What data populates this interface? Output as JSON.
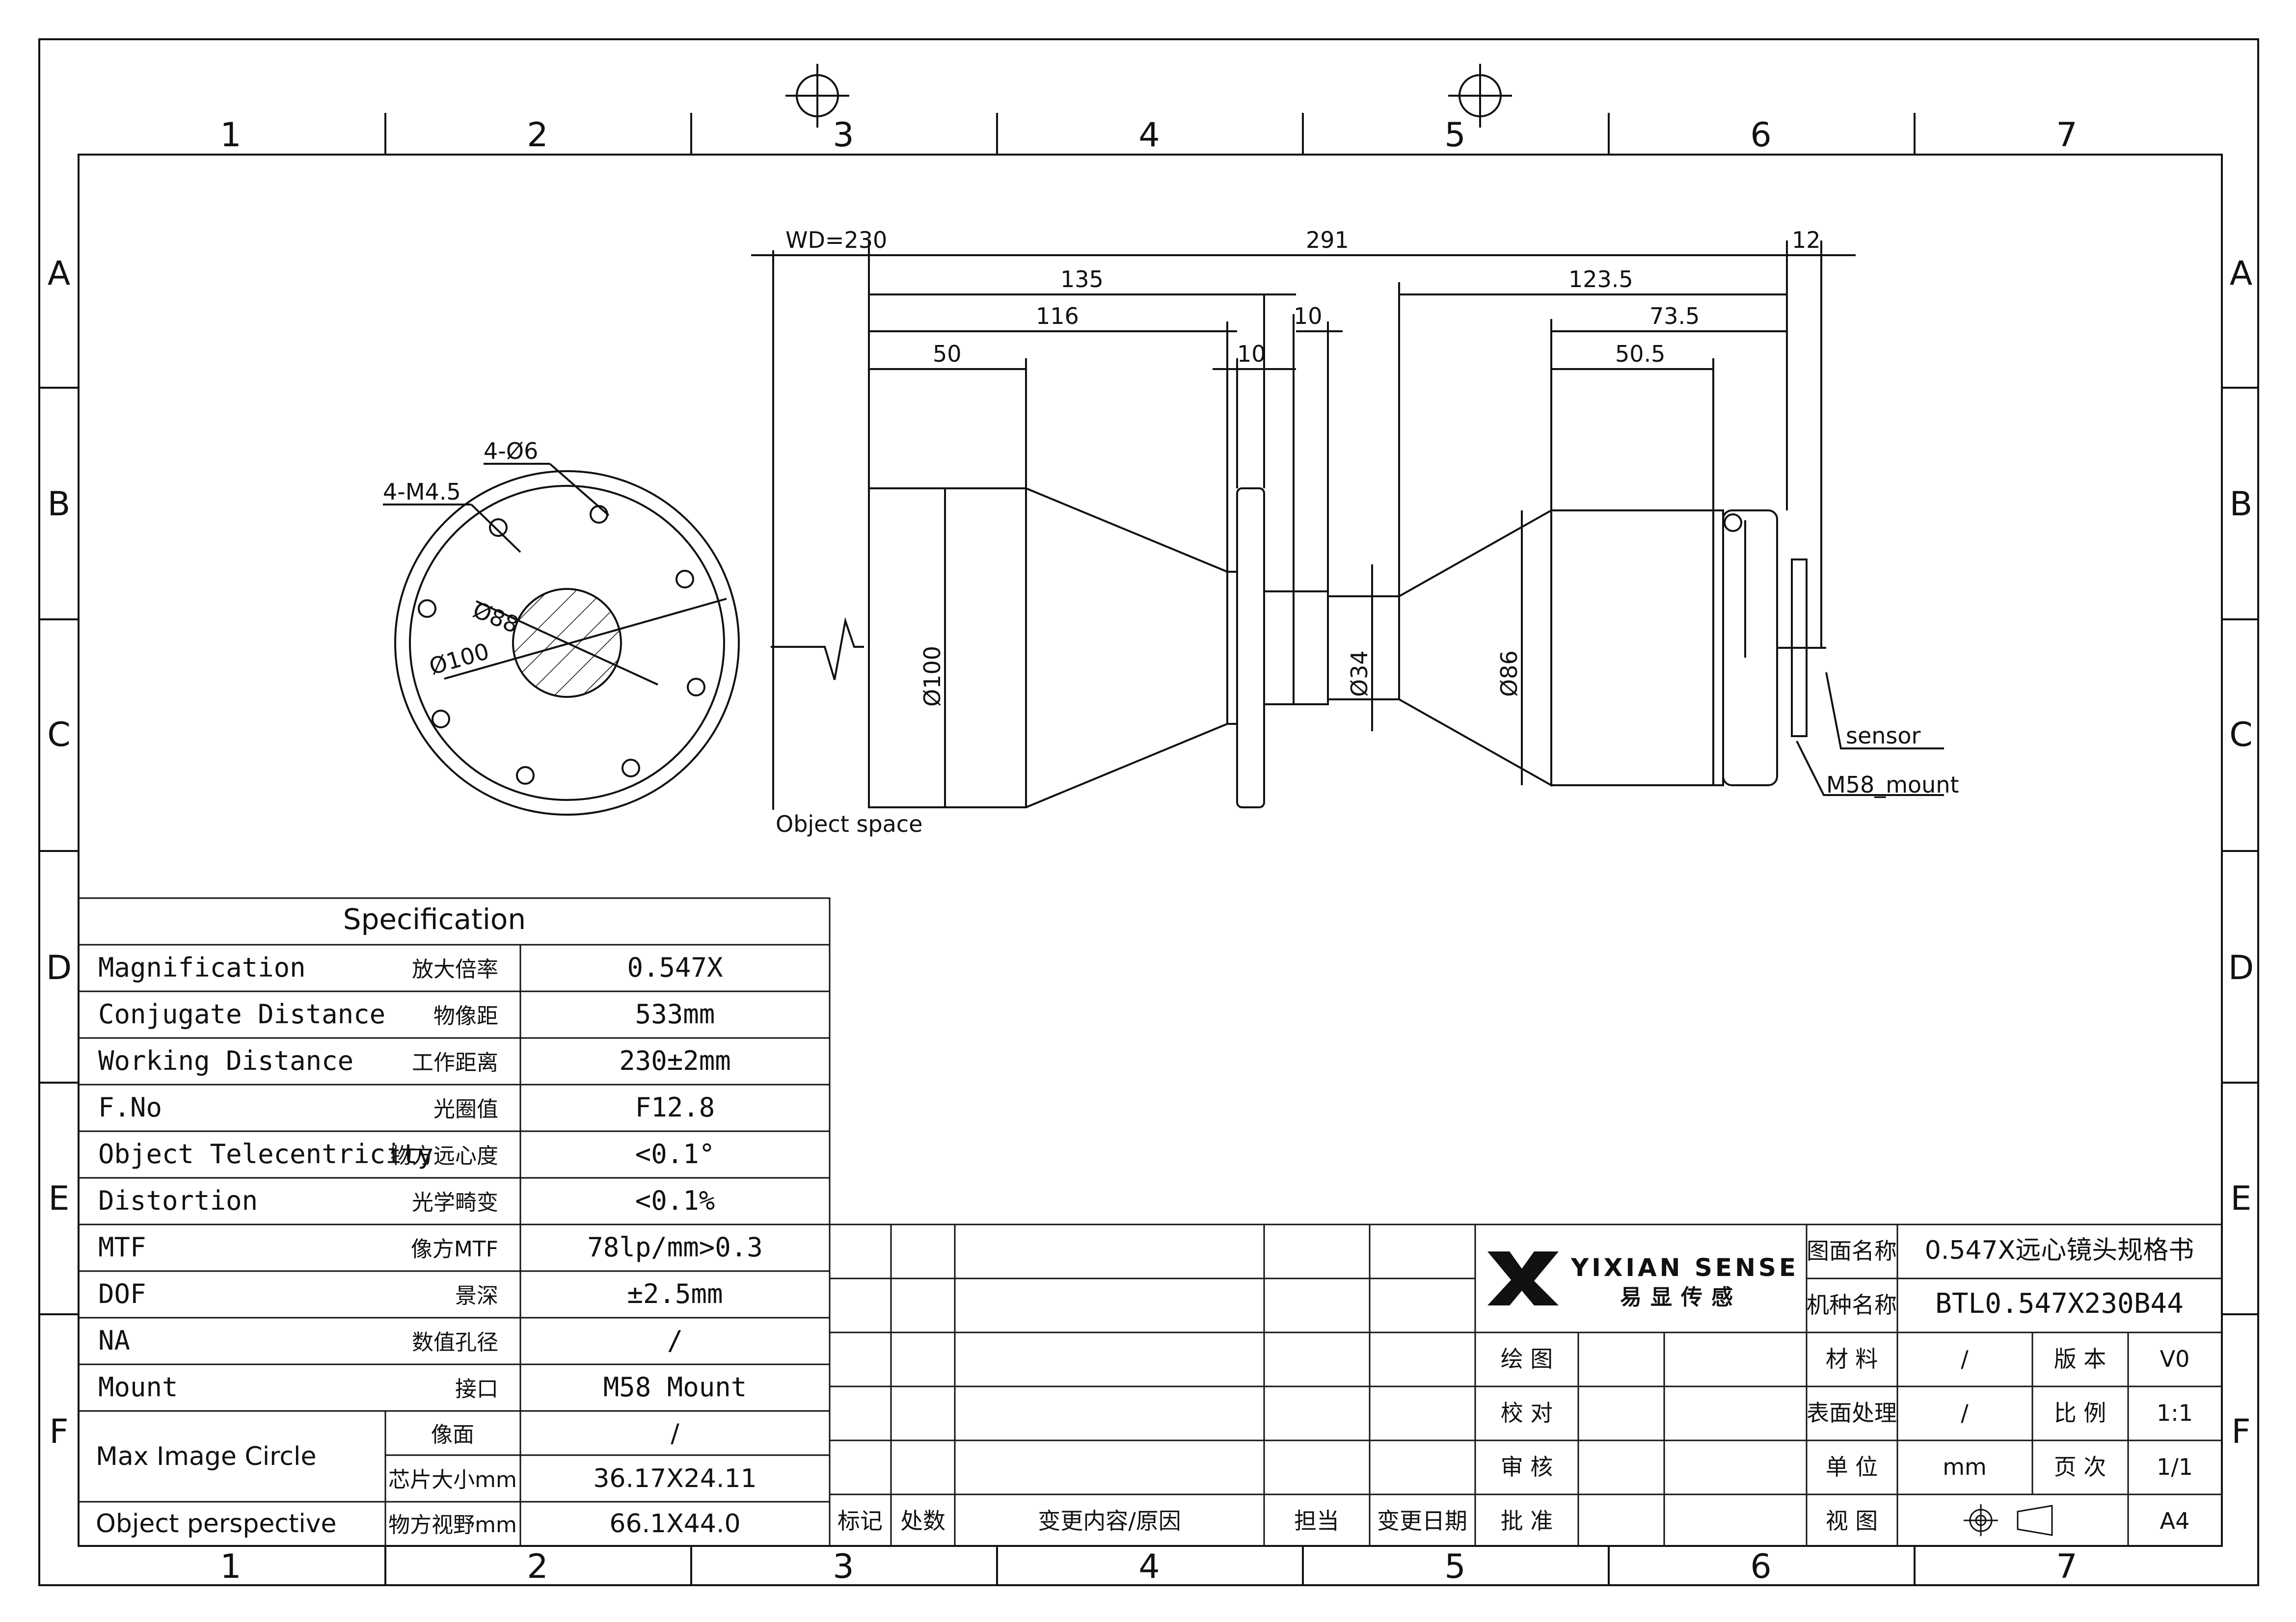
{
  "frame": {
    "columns": [
      "1",
      "2",
      "3",
      "4",
      "5",
      "6",
      "7"
    ],
    "rows": [
      "A",
      "B",
      "C",
      "D",
      "E",
      "F"
    ]
  },
  "front_view": {
    "hole_label": "4-Ø6",
    "thread_label": "4-M4.5",
    "inner_diameter": "Ø88",
    "outer_diameter": "Ø100"
  },
  "side_view": {
    "wd": "WD=230",
    "total_length": "291",
    "back_offset": "12",
    "dims_top": [
      "135",
      "116",
      "50",
      "10",
      "10"
    ],
    "dims_rear": [
      "123.5",
      "73.5",
      "50.5"
    ],
    "diameter_front": "Ø100",
    "diameter_mid": "Ø34",
    "diameter_rear": "Ø86",
    "object_space": "Object space",
    "sensor": "sensor",
    "mount": "M58_mount"
  },
  "spec": {
    "title": "Specification",
    "rows": [
      {
        "en": "Magnification",
        "cn": "放大倍率",
        "val": "0.547X"
      },
      {
        "en": "Conjugate Distance",
        "cn": "物像距",
        "val": "533mm"
      },
      {
        "en": "Working Distance",
        "cn": "工作距离",
        "val": "230±2mm"
      },
      {
        "en": "F.No",
        "cn": "光圈值",
        "val": "F12.8"
      },
      {
        "en": "Object Telecentricity",
        "cn": "物方远心度",
        "val": "<0.1°"
      },
      {
        "en": "Distortion",
        "cn": "光学畸变",
        "val": "<0.1%"
      },
      {
        "en": "MTF",
        "cn": "像方MTF",
        "val": "78lp/mm>0.3"
      },
      {
        "en": "DOF",
        "cn": "景深",
        "val": "±2.5mm"
      },
      {
        "en": "NA",
        "cn": "数值孔径",
        "val": "/"
      },
      {
        "en": "Mount",
        "cn": "接口",
        "val": "M58 Mount"
      }
    ],
    "image_circle": {
      "en": "Max Image Circle",
      "sub1_cn": "像面",
      "sub1_val": "/",
      "sub2_cn": "芯片大小mm",
      "sub2_val": "36.17X24.11"
    },
    "perspective": {
      "en": "Object perspective",
      "cn": "物方视野mm",
      "val": "66.1X44.0"
    }
  },
  "title_block": {
    "brand": "YIXIAN SENSE",
    "brand_cn": "易显传感",
    "drawing_name_label": "图面名称",
    "drawing_name": "0.547X远心镜头规格书",
    "model_label": "机种名称",
    "model": "BTL0.547X230B44",
    "draw": "绘 图",
    "check": "校 对",
    "review": "审 核",
    "approve": "批 准",
    "material_label": "材 料",
    "material": "/",
    "version_label": "版 本",
    "version": "V0",
    "surface_label": "表面处理",
    "surface": "/",
    "scale_label": "比 例",
    "scale": "1:1",
    "unit_label": "单 位",
    "unit": "mm",
    "page_label": "页 次",
    "page": "1/1",
    "view_label": "视 图",
    "size": "A4",
    "rev_cols": [
      "标记",
      "处数",
      "变更内容/原因",
      "担当",
      "变更日期"
    ]
  }
}
